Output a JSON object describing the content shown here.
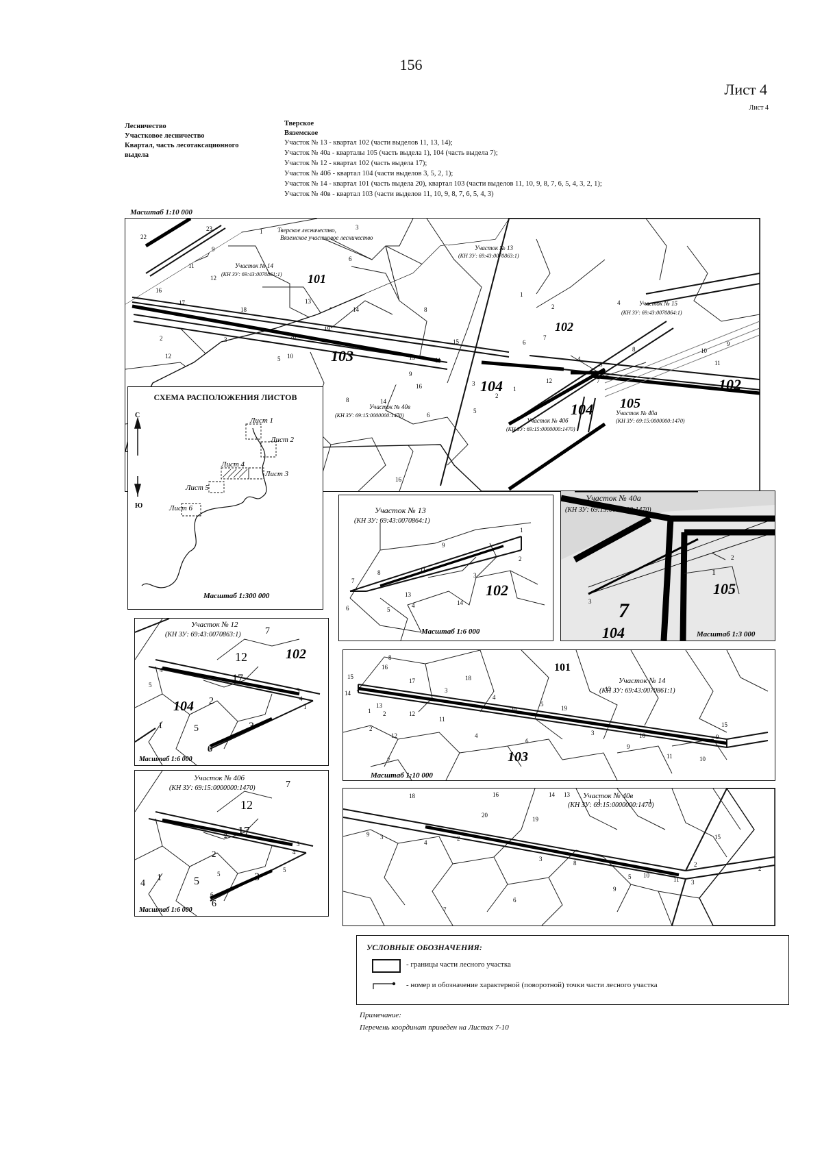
{
  "page_number": "156",
  "sheet_title": "Лист 4",
  "sheet_small": "Лист 4",
  "header": {
    "left": [
      "Лесничество",
      "Участковое лесничество",
      "Квартал, часть лесотаксационного",
      "выдела"
    ],
    "right": [
      "Тверское",
      "Вяземское",
      "Участок № 13 - квартал 102 (части выделов 11, 13, 14);",
      "Участок № 40а - кварталы 105 (часть выдела 1), 104 (часть выдела 7);",
      "Участок № 12 - квартал 102 (часть выдела 17);",
      "Участок № 40б - квартал 104 (части выделов 3, 5, 2, 1);",
      "Участок № 14 - квартал 101 (часть выдела 20), квартал 103 (части выделов 11, 10, 9, 8, 7, 6, 5, 4, 3, 2, 1);",
      "Участок № 40в - квартал 103 (части выделов 11, 10, 9, 8, 7, 6, 5, 4, 3)"
    ]
  },
  "main_map": {
    "scale": "Масштаб 1:10 000",
    "forestry_label_1": "Тверское лесничество,",
    "forestry_label_2": "Вяземское участковое лесничество",
    "plot14": "Участок № 14",
    "plot14_kn": "(КН ЗУ: 69:43:0070861:1)",
    "plot13": "Участок № 13",
    "plot13_kn": "(КН ЗУ: 69:43:0070863:1)",
    "plot15": "Участок № 15",
    "plot15_kn": "(КН ЗУ: 69:43:0070864:1)",
    "plot40v": "Участок № 40в",
    "plot40v_kn": "(КН ЗУ: 69:15:0000000:1470)",
    "plot40b": "Участок № 40б",
    "plot40b_kn": "(КН ЗУ: 69:15:0000000:1470)",
    "plot40a": "Участок № 40а",
    "plot40a_kn": "(КН ЗУ: 69:15:0000000:1470)",
    "q101": "101",
    "q102": "102",
    "q102b": "102",
    "q103": "103",
    "q104": "104",
    "q104b": "104",
    "q105": "105",
    "n": [
      "22",
      "23",
      "1",
      "3",
      "9",
      "11",
      "12",
      "16",
      "17",
      "18",
      "13",
      "14",
      "19",
      "8",
      "6",
      "4",
      "2",
      "3",
      "12",
      "15",
      "20",
      "10",
      "5",
      "1",
      "2",
      "7",
      "16",
      "15",
      "11",
      "9",
      "14",
      "16",
      "6",
      "5",
      "3",
      "8",
      "2",
      "1",
      "4",
      "10",
      "9",
      "8",
      "7",
      "6",
      "12",
      "3",
      "11"
    ]
  },
  "schema": {
    "title": "СХЕМА РАСПОЛОЖЕНИЯ ЛИСТОВ",
    "north": "С",
    "south": "Ю",
    "sheets": [
      "Лист 1",
      "Лист 2",
      "Лист 3",
      "Лист 4",
      "Лист 5",
      "Лист 6"
    ],
    "scale": "Масштаб 1:300 000"
  },
  "inset13": {
    "label": "Участок № 13",
    "kn": "(КН ЗУ: 69:43:0070864:1)",
    "q": "102",
    "n": [
      "1",
      "2",
      "3",
      "4",
      "5",
      "6",
      "7",
      "8",
      "9",
      "11",
      "13",
      "14"
    ],
    "scale": "Масштаб 1:6 000"
  },
  "inset40a": {
    "label": "Участок № 40а",
    "kn": "(КН ЗУ: 69:15:0000000:1470)",
    "n": [
      "2",
      "3",
      "1",
      "7"
    ],
    "q1": "105",
    "q2": "104",
    "scale": "Масштаб 1:3 000"
  },
  "inset12": {
    "label": "Участок № 12",
    "kn": "(КН ЗУ: 69:43:0070863:1)",
    "q1": "102",
    "q2": "104",
    "n": [
      "7",
      "12",
      "17",
      "2",
      "3",
      "4",
      "5",
      "6",
      "1",
      "4",
      "3",
      "1",
      "5",
      "6"
    ],
    "scale": "Масштаб 1:6 000"
  },
  "inset14": {
    "label": "Участок № 14",
    "kn": "(КН ЗУ: 69:43:0070861:1)",
    "q1": "101",
    "q2": "103",
    "n": [
      "15",
      "14",
      "16",
      "17",
      "18",
      "13",
      "2",
      "12",
      "11",
      "3",
      "4",
      "5",
      "20",
      "19",
      "8",
      "7",
      "12",
      "2",
      "1",
      "9",
      "10",
      "11",
      "10",
      "9",
      "15",
      "13",
      "4",
      "6",
      "3"
    ],
    "scale": "Масштаб 1:10 000"
  },
  "inset40b": {
    "label": "Участок № 40б",
    "kn": "(КН ЗУ: 69:15:0000000:1470)",
    "n": [
      "7",
      "12",
      "17",
      "2",
      "3",
      "4",
      "5",
      "6",
      "1",
      "4",
      "5",
      "3",
      "6",
      "5",
      "2"
    ],
    "scale": "Масштаб 1:6 000"
  },
  "inset40v": {
    "label": "Участок № 40в",
    "kn": "(КН ЗУ: 69:15:0000000:1470)",
    "n": [
      "18",
      "16",
      "14",
      "13",
      "20",
      "19",
      "9",
      "3",
      "4",
      "2",
      "3",
      "15",
      "8",
      "10",
      "2",
      "11",
      "5",
      "9",
      "7",
      "1",
      "1",
      "6",
      "3"
    ],
    "q": "2"
  },
  "legend": {
    "title": "УСЛОВНЫЕ ОБОЗНАЧЕНИЯ:",
    "item1": "- границы части лесного участка",
    "item2": "- номер и обозначение характерной (поворотной) точки части лесного участка"
  },
  "note": {
    "title": "Примечание:",
    "text": "Перечень координат приведен на Листах 7-10"
  }
}
